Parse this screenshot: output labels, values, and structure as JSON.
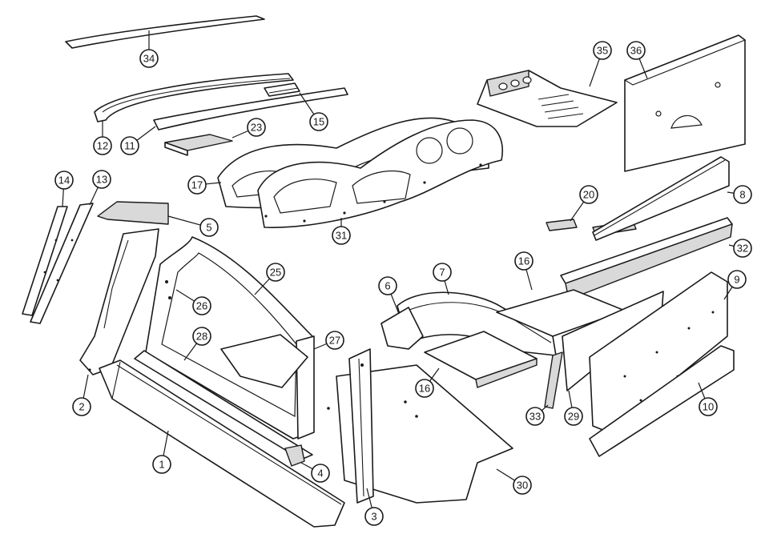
{
  "diagram": {
    "callouts": [
      {
        "id": "34",
        "label": "34"
      },
      {
        "id": "35",
        "label": "35"
      },
      {
        "id": "36",
        "label": "36"
      },
      {
        "id": "12",
        "label": "12"
      },
      {
        "id": "11",
        "label": "11"
      },
      {
        "id": "23",
        "label": "23"
      },
      {
        "id": "15",
        "label": "15"
      },
      {
        "id": "17",
        "label": "17"
      },
      {
        "id": "31",
        "label": "31"
      },
      {
        "id": "14",
        "label": "14"
      },
      {
        "id": "13",
        "label": "13"
      },
      {
        "id": "5",
        "label": "5"
      },
      {
        "id": "20",
        "label": "20"
      },
      {
        "id": "8",
        "label": "8"
      },
      {
        "id": "32",
        "label": "32"
      },
      {
        "id": "16a",
        "label": "16"
      },
      {
        "id": "25",
        "label": "25"
      },
      {
        "id": "26",
        "label": "26"
      },
      {
        "id": "7",
        "label": "7"
      },
      {
        "id": "6",
        "label": "6"
      },
      {
        "id": "9",
        "label": "9"
      },
      {
        "id": "28",
        "label": "28"
      },
      {
        "id": "27",
        "label": "27"
      },
      {
        "id": "16b",
        "label": "16"
      },
      {
        "id": "2",
        "label": "2"
      },
      {
        "id": "33",
        "label": "33"
      },
      {
        "id": "29",
        "label": "29"
      },
      {
        "id": "10",
        "label": "10"
      },
      {
        "id": "1",
        "label": "1"
      },
      {
        "id": "4",
        "label": "4"
      },
      {
        "id": "30",
        "label": "30"
      },
      {
        "id": "3",
        "label": "3"
      }
    ]
  }
}
